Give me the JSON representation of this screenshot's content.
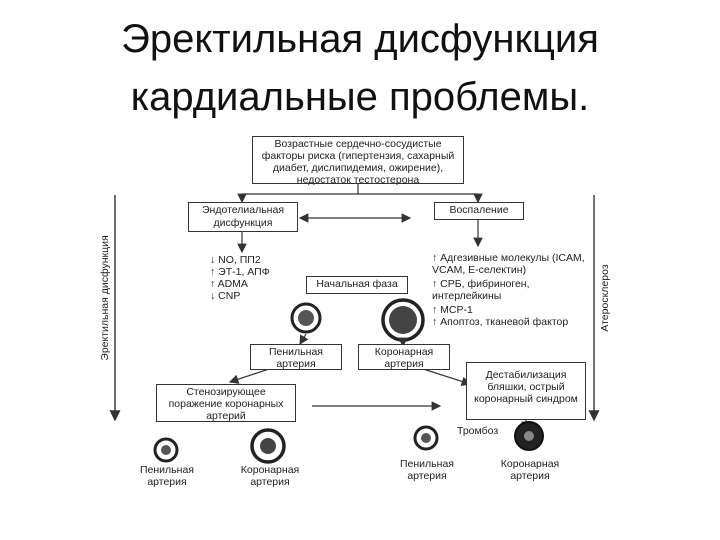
{
  "title": {
    "line1": "Эректильная дисфункция",
    "line2": "кардиальные проблемы."
  },
  "diagram": {
    "risk_factors": "Возрастные сердечно-сосудистые факторы риска (гипертензия, сахарный диабет, дислипидемия, ожирение), недостаток тестостерона",
    "endothelial": "Эндотелиальная дисфункция",
    "inflammation": "Воспаление",
    "endo_markers": [
      "↓ NO, ПП2",
      "↑ ЭТ-1, АПФ",
      "↑ ADMA",
      "↓ CNP"
    ],
    "infl_markers": [
      "↑ Адгезивные молекулы (ICAM, VCAM, Е-селектин)",
      "↑ СРБ, фибриноген, интерлейкины",
      "↑ MCP-1",
      "↑ Апоптоз, тканевой фактор"
    ],
    "initial_phase": "Начальная фаза",
    "penile_artery_box": "Пенильная артерия",
    "coronary_artery_box": "Коронарная артерия",
    "stenosing": "Стенозирующее поражение коронарных артерий",
    "destabilization": "Дестабилизация бляшки, острый коронарный синдром",
    "thrombosis": "Тромбоз",
    "penile_artery_label": "Пенильная артерия",
    "coronary_artery_label": "Коронарная артерия",
    "left_axis": "Эректильная дисфункция",
    "right_axis": "Атеросклероз"
  }
}
